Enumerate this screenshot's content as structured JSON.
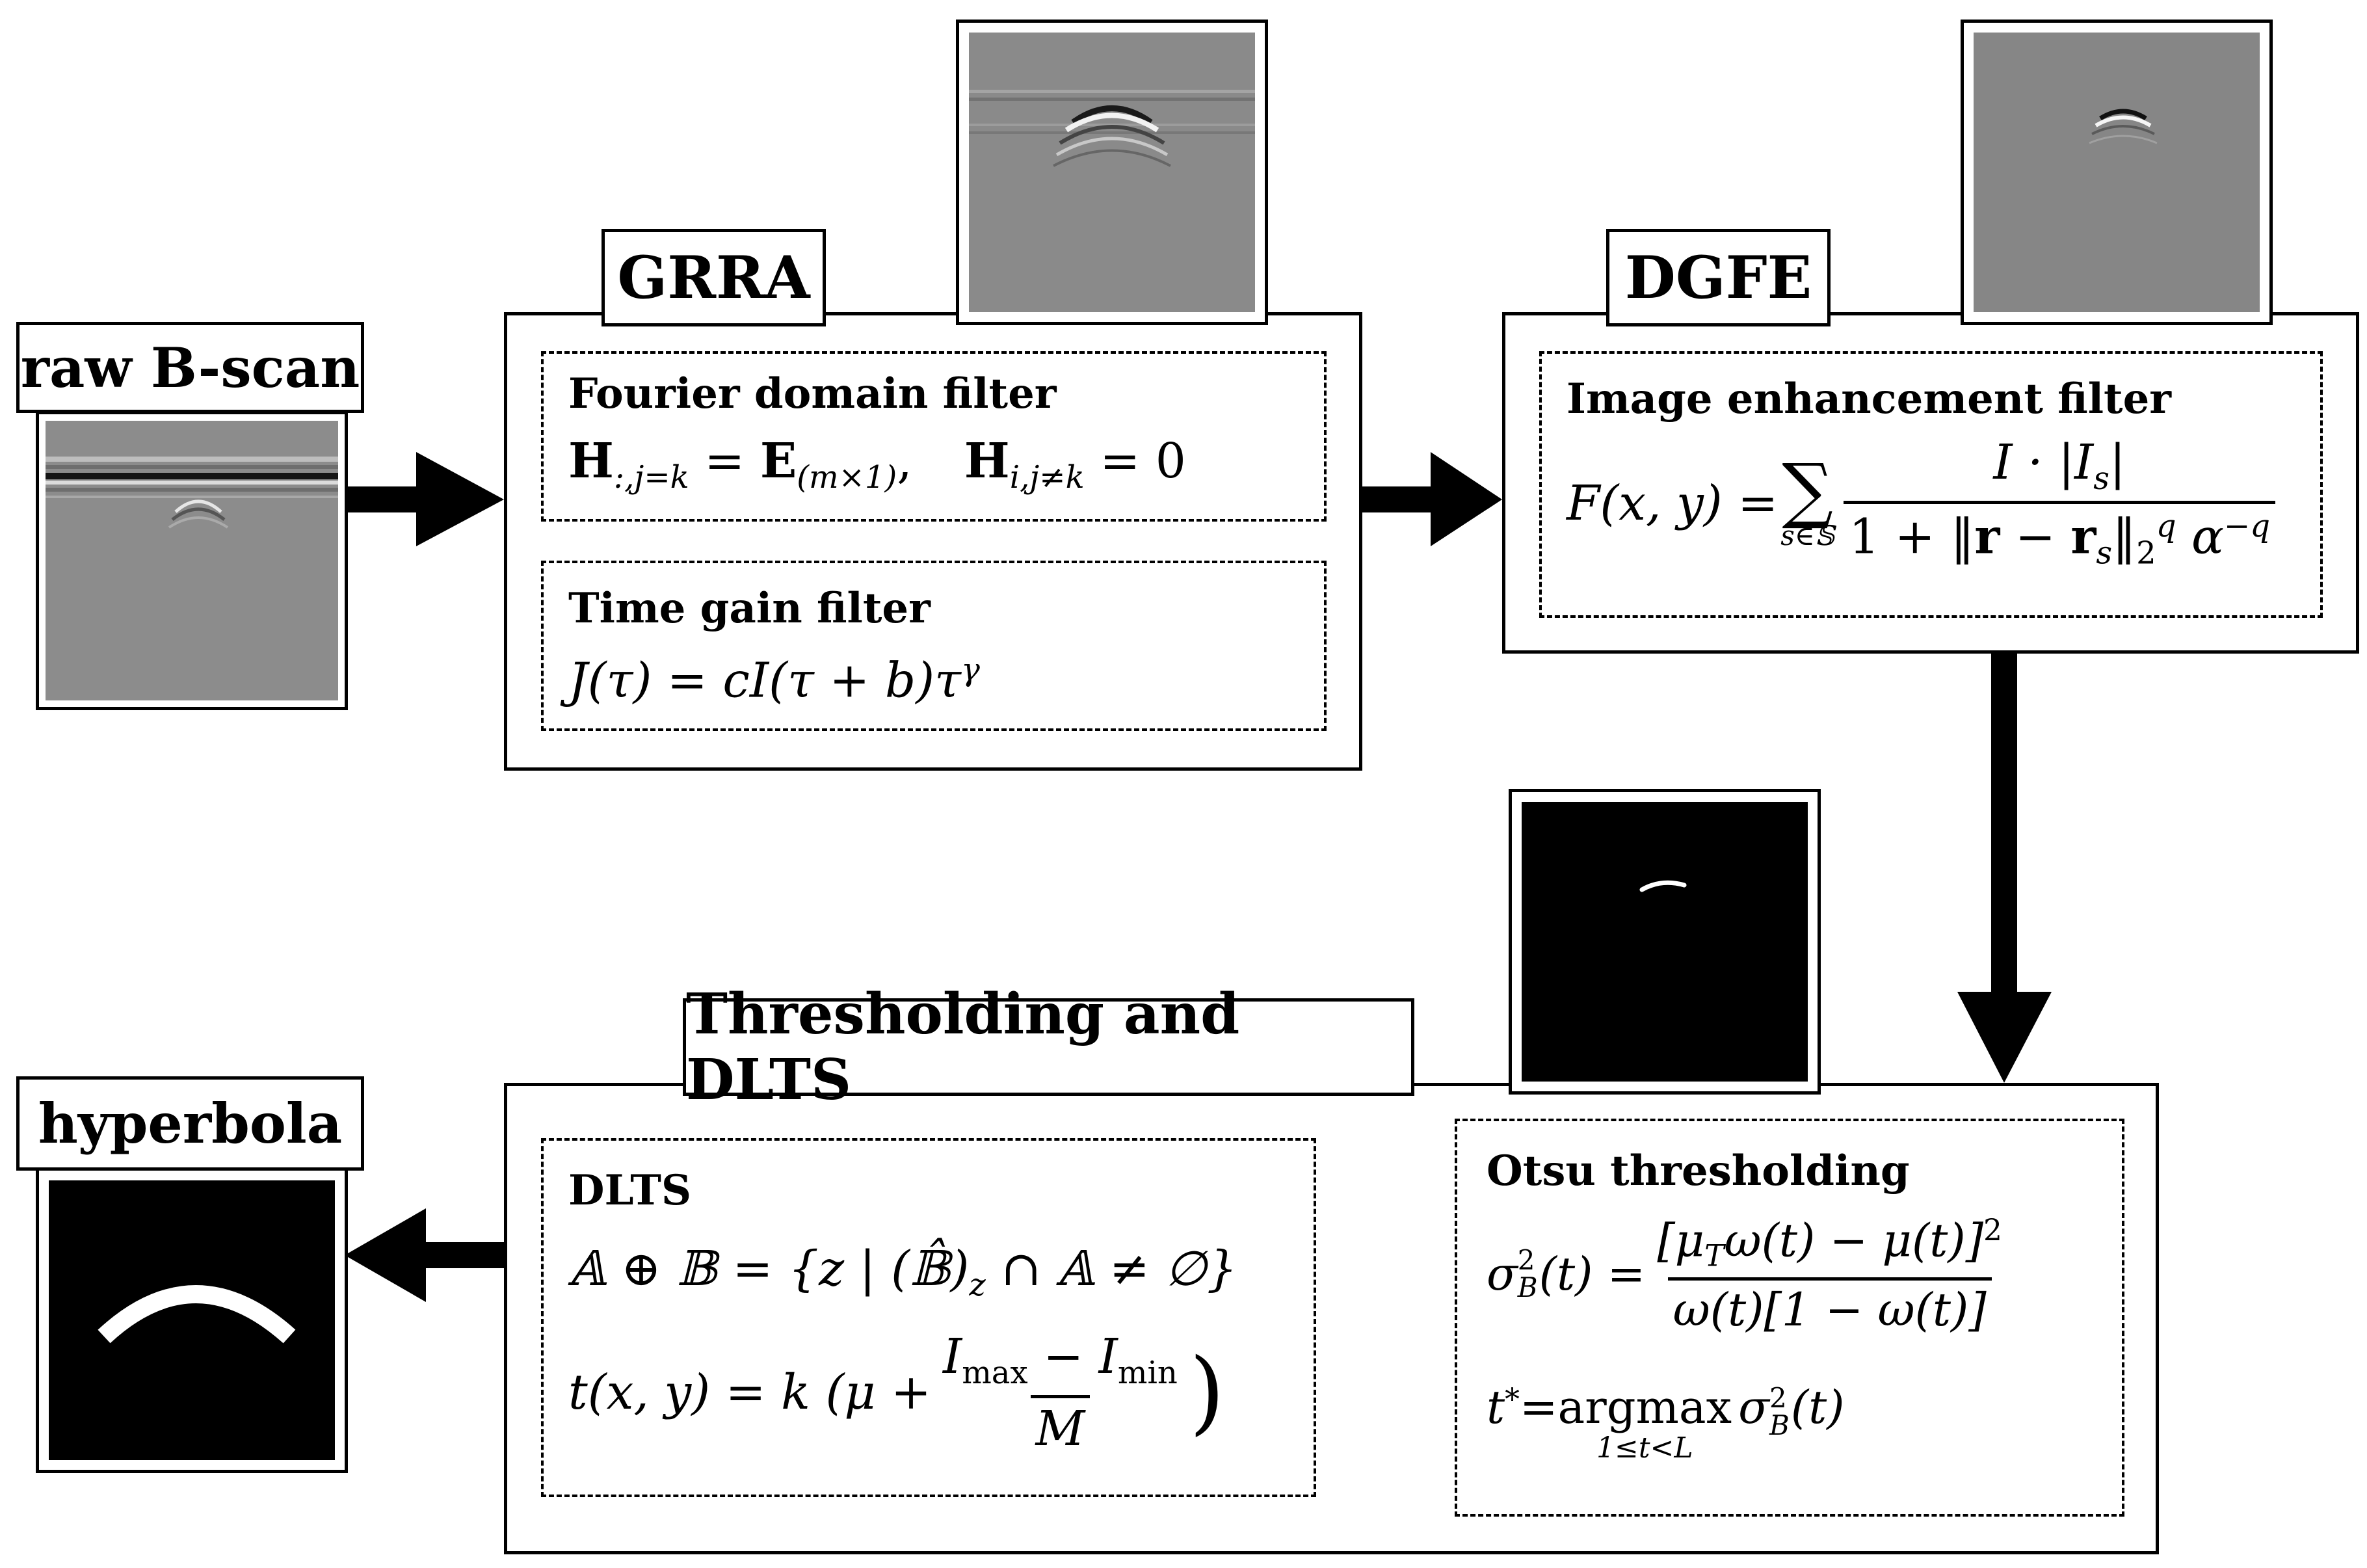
{
  "raw": {
    "title": "raw B-scan"
  },
  "grra": {
    "title": "GRRA",
    "fourier": {
      "label": "Fourier domain filter",
      "eq_H1": "H",
      "eq_H1_sub": ":,j=k",
      "eq_eq1": " = ",
      "eq_E": "E",
      "eq_E_sub": "(m×1)",
      "eq_comma": ",",
      "eq_H2": "H",
      "eq_H2_sub": "i,j≠k",
      "eq_zero": " = 0"
    },
    "timegain": {
      "label": "Time gain filter",
      "eq": "J(τ) = cI(τ + b)τ",
      "eq_sup": "γ"
    }
  },
  "dgfe": {
    "title": "DGFE",
    "filter": {
      "label": "Image enhancement filter",
      "lhs": "F(x, y) = ",
      "sigma": "∑",
      "sigma_sub": "s∈𝕊",
      "num": "I · |I",
      "num_sub": "s",
      "num_end": "|",
      "den_a": "1 + ‖",
      "den_r": "r",
      "den_minus": " − ",
      "den_rs": "r",
      "den_rs_sub": "s",
      "den_norm": "‖",
      "den_norm_sub": "2",
      "den_norm_sup": "q",
      "den_alpha": " α",
      "den_alpha_sup": "−q"
    }
  },
  "thresh": {
    "title": "Thresholding and DLTS",
    "dlts": {
      "label": "DLTS",
      "eq1": "𝔸 ⊕ 𝔹 = {z | (𝔹̂)",
      "eq1_sub": "z",
      "eq1_end": " ∩ 𝔸 ≠ ∅}",
      "eq2_lhs": "t(x, y) = k (μ + ",
      "eq2_num": "I",
      "eq2_num_sub1": "max",
      "eq2_num_mid": " − I",
      "eq2_num_sub2": "min",
      "eq2_den": "M",
      "eq2_end": ")"
    },
    "otsu": {
      "label": "Otsu thresholding",
      "sigma": "σ",
      "sigma_sub": "B",
      "sigma_sup": "2",
      "lhs_end": "(t) = ",
      "num": "[μ",
      "num_sub": "T",
      "num_end": "ω(t) − μ(t)]",
      "num_sup": "2",
      "den": "ω(t)[1 − ω(t)]",
      "t_lhs": "t",
      "t_sup": "*",
      "t_eq": " = ",
      "argmax": "argmax",
      "argmax_sub": "1≤t<L",
      "t_rhs": "(t)"
    }
  },
  "hyper": {
    "title": "hyperbola"
  }
}
